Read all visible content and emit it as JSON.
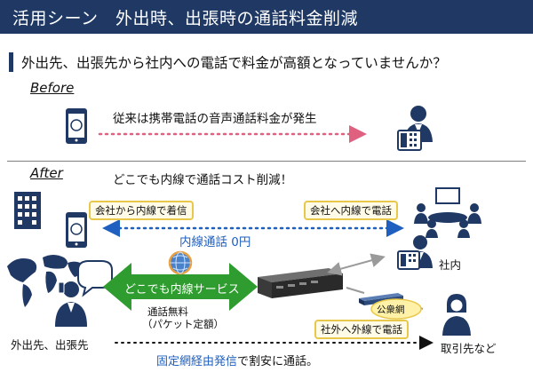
{
  "header": {
    "title": "活用シーン　外出時、出張時の通話料金削減"
  },
  "question": "外出先、出張先から社内への電話で料金が高額となっていませんか？",
  "before": {
    "label": "Before",
    "description": "従来は携帯電話の音声通話料金が発生"
  },
  "after": {
    "label": "After",
    "headline": "どこでも内線で通話コスト削減！",
    "tag_incoming": "会社から内線で着信",
    "tag_outgoing": "会社へ内線で電話",
    "extension_call": "内線通話 0円",
    "service_arrow": "どこでも内線サービス",
    "free_call": "通話無料",
    "packet_note": "（パケット定額）",
    "public_network": "公衆網",
    "outside_tag": "社外へ外線で電話",
    "office_label": "社内",
    "origin_label": "外出先、出張先",
    "destination_label": "取引先など",
    "bottom_highlight": "固定網経由発信",
    "bottom_rest": "で割安に通話。"
  },
  "colors": {
    "navy": "#1f3864",
    "arrow_pink": "#e06080",
    "arrow_blue": "#1f5fbf",
    "arrow_green": "#2e9c2e",
    "tag_border": "#e8c84a",
    "public_fill": "#fff2a8"
  },
  "icons": [
    "smartphone-icon",
    "office-worker-icon",
    "desk-phone-icon",
    "building-icon",
    "meeting-room-icon",
    "world-map-icon",
    "globe-icon",
    "server-icon",
    "router-icon",
    "businesswoman-icon",
    "speech-bubble-icon"
  ]
}
